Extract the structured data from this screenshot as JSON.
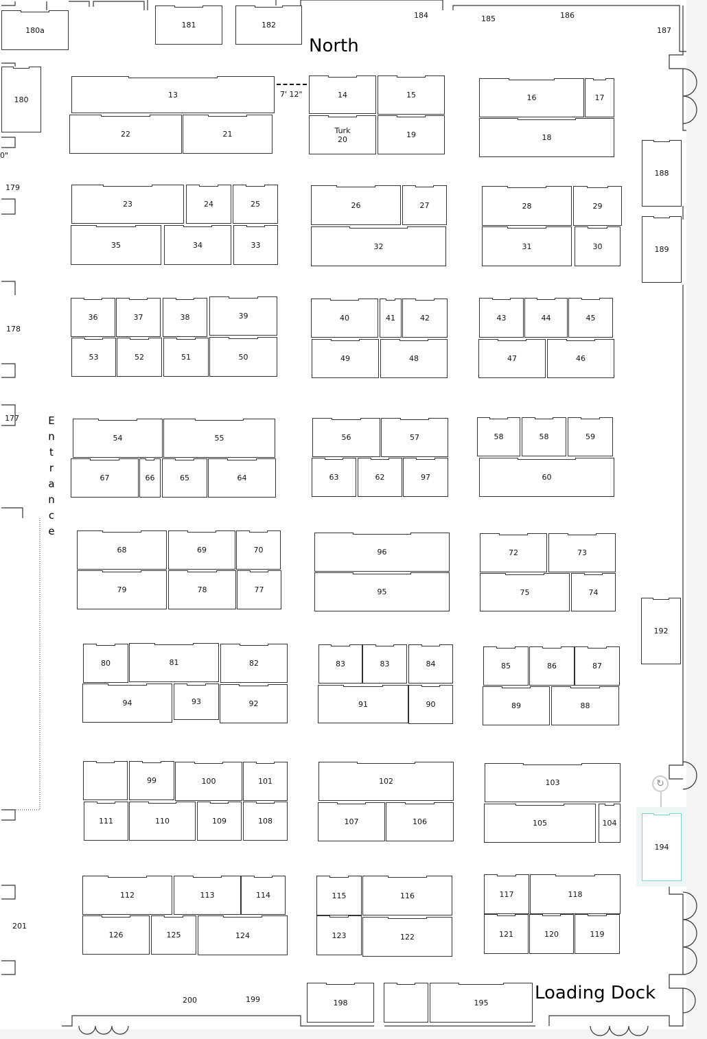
{
  "labels": {
    "north": "North",
    "loading_dock": "Loading Dock",
    "entrance": "Entrance",
    "dimension": "7' 12\"",
    "partial_dimension": "0\"",
    "rotate_icon": "rotate-icon"
  },
  "perimeter_booths": [
    "184",
    "185",
    "186",
    "187",
    "179",
    "178",
    "177",
    "201",
    "200",
    "199"
  ],
  "booths": [
    "180a",
    "181",
    "182",
    "180",
    "188",
    "189",
    "192",
    "194",
    "13",
    "22",
    "21",
    "14",
    "Turk 20",
    "15",
    "19",
    "16",
    "17",
    "18",
    "23",
    "24",
    "25",
    "35",
    "34",
    "33",
    "26",
    "27",
    "32",
    "28",
    "29",
    "31",
    "30",
    "36",
    "37",
    "38",
    "39",
    "53",
    "52",
    "51",
    "50",
    "40",
    "41",
    "42",
    "49",
    "48",
    "43",
    "44",
    "45",
    "47",
    "46",
    "54",
    "55",
    "67",
    "66",
    "65",
    "64",
    "56",
    "57",
    "63",
    "62",
    "97",
    "58",
    "58",
    "59",
    "60",
    "68",
    "69",
    "70",
    "79",
    "78",
    "77",
    "96",
    "95",
    "72",
    "73",
    "75",
    "74",
    "80",
    "81",
    "82",
    "94",
    "93",
    "92",
    "83",
    "83",
    "84",
    "91",
    "90",
    "85",
    "86",
    "87",
    "89",
    "88",
    "",
    "99",
    "100",
    "101",
    "111",
    "110",
    "109",
    "108",
    "102",
    "107",
    "106",
    "103",
    "105",
    "104",
    "112",
    "113",
    "114",
    "126",
    "125",
    "124",
    "115",
    "116",
    "123",
    "122",
    "117",
    "118",
    "121",
    "120",
    "119",
    "198",
    "",
    "195"
  ],
  "selected_booth": "194",
  "colors": {
    "selection": "#7fd4c4",
    "wall": "#333333"
  }
}
